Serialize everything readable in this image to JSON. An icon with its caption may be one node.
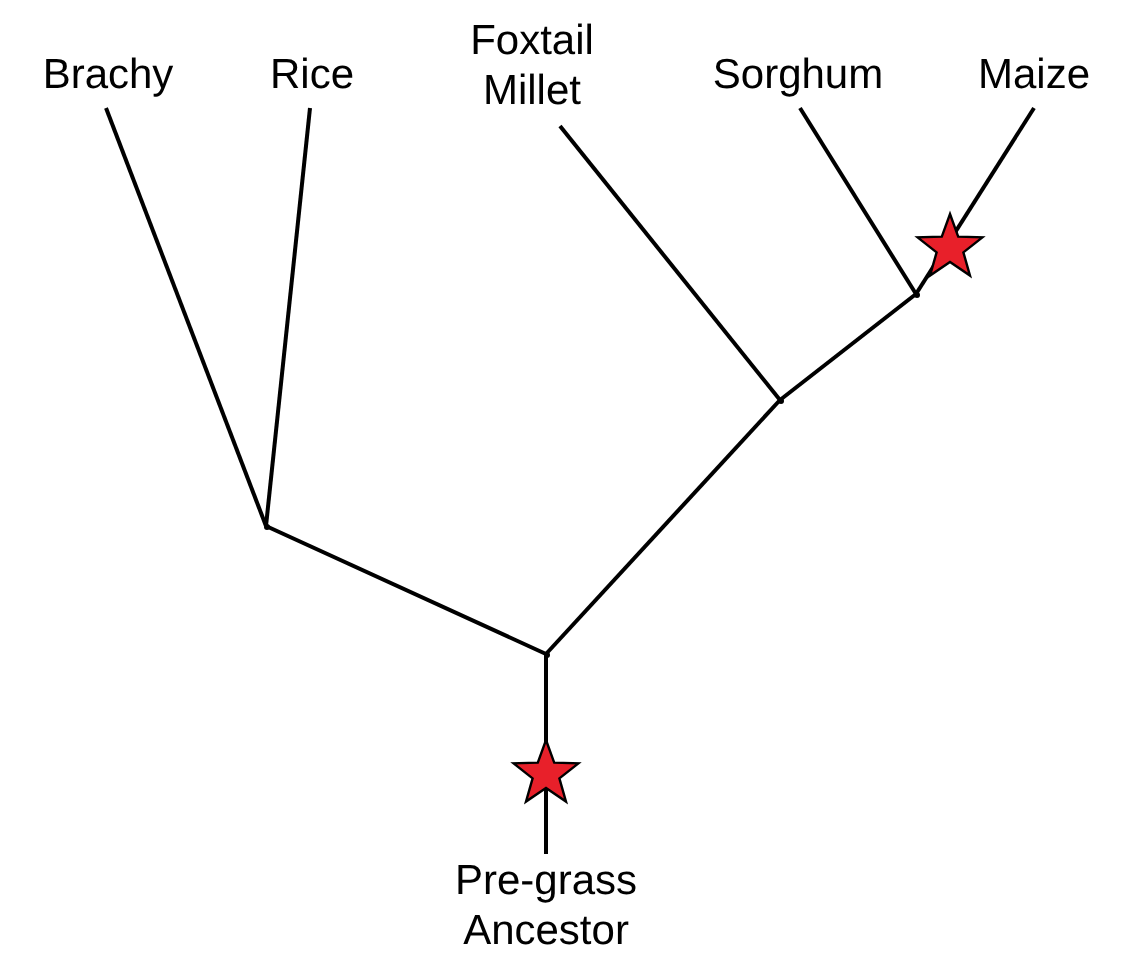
{
  "diagram": {
    "nodes": [
      {
        "text": [
          "Brachy"
        ]
      },
      {
        "text": [
          "Rice"
        ]
      },
      {
        "text": [
          "Foxtail Millet"
        ]
      },
      {
        "text": [
          "Sorghum"
        ]
      },
      {
        "text": [
          "Maize"
        ]
      },
      {
        "text": [],
        "shape": "point"
      },
      {
        "text": [],
        "shape": "point"
      },
      {
        "text": [],
        "shape": "point"
      },
      {
        "text": [],
        "shape": "point"
      },
      {
        "text": [
          "Pre-grass Ancestor"
        ]
      }
    ],
    "edges": [
      {
        "from": 8,
        "to": 7,
        "arrow": "none"
      },
      {
        "from": 8,
        "to": 6,
        "arrow": "none"
      },
      {
        "from": 7,
        "to": 0,
        "arrow": "none"
      },
      {
        "from": 7,
        "to": 1,
        "arrow": "none"
      },
      {
        "from": 6,
        "to": 2,
        "arrow": "none"
      },
      {
        "from": 6,
        "to": 5,
        "arrow": "none"
      },
      {
        "from": 5,
        "to": 3,
        "arrow": "none"
      },
      {
        "from": 5,
        "to": 4,
        "arrow": "none"
      },
      {
        "from": 8,
        "to": 9,
        "arrow": "none"
      }
    ]
  }
}
